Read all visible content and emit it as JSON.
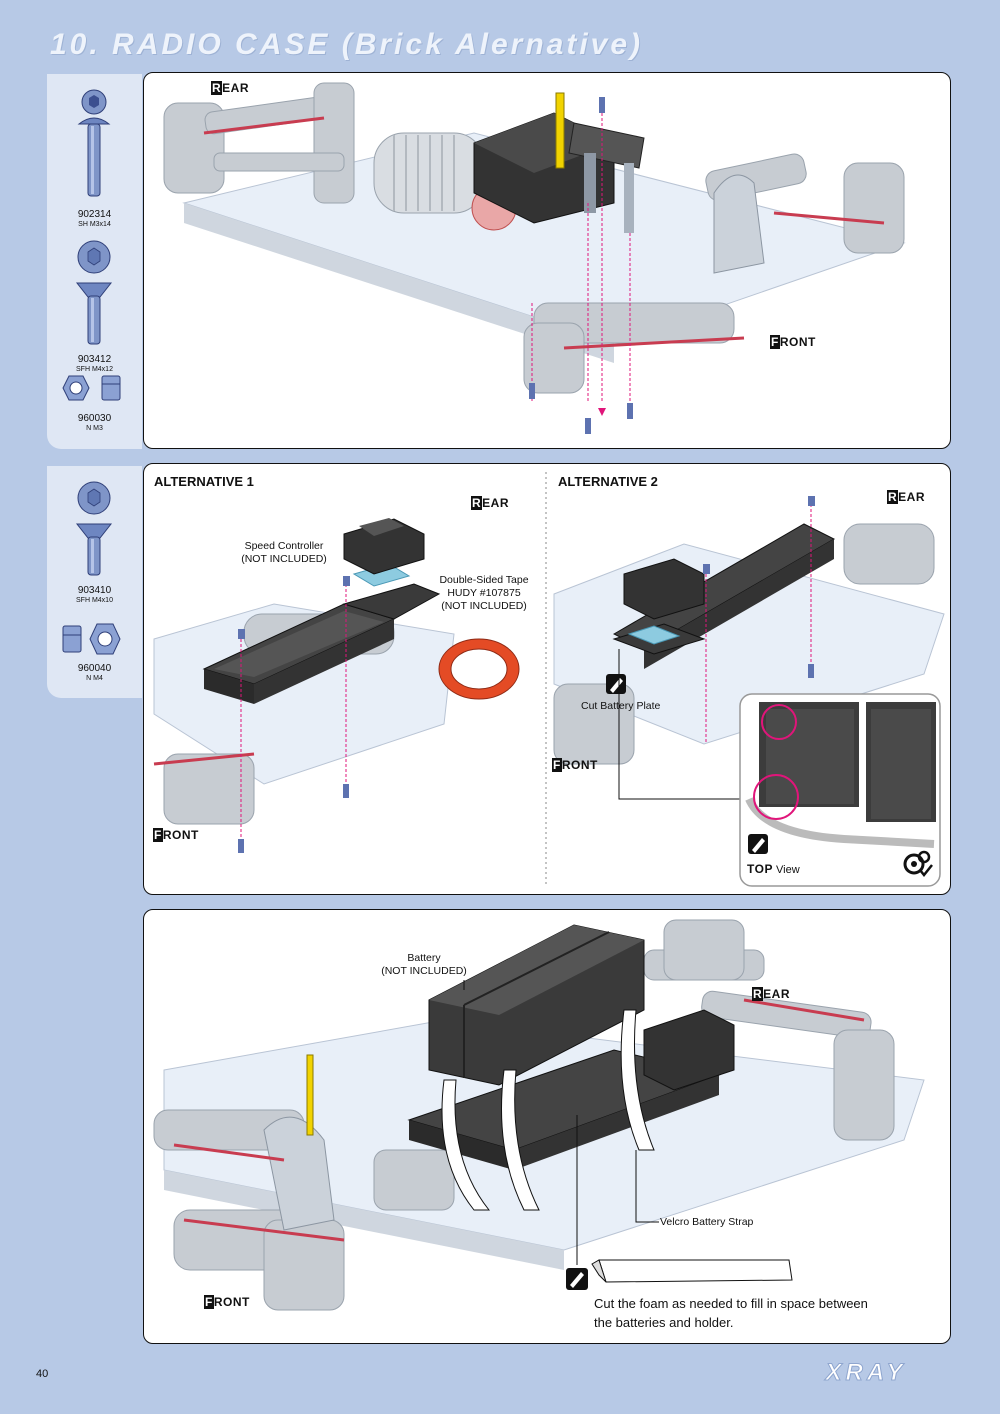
{
  "page_title": "10. RADIO CASE (Brick Alernative)",
  "page_number": "40",
  "brand": "XRAY",
  "accent_color": "#e0157a",
  "sidebar_top": {
    "parts": [
      {
        "code": "902314",
        "desc": "SH M3x14"
      },
      {
        "code": "903412",
        "desc": "SFH M4x12"
      },
      {
        "code": "960030",
        "desc": "N M3"
      }
    ]
  },
  "sidebar_middle": {
    "parts": [
      {
        "code": "903410",
        "desc": "SFH M4x10"
      },
      {
        "code": "960040",
        "desc": "N M4"
      }
    ]
  },
  "panel1": {
    "rear": "REAR",
    "front": "FRONT"
  },
  "panel2": {
    "alt1": {
      "title": "ALTERNATIVE 1",
      "rear": "REAR",
      "front": "FRONT",
      "speed_controller_line1": "Speed Controller",
      "speed_controller_line2": "(NOT INCLUDED)",
      "tape_line1": "Double-Sided Tape",
      "tape_line2": "HUDY #107875",
      "tape_line3": "(NOT INCLUDED)"
    },
    "alt2": {
      "title": "ALTERNATIVE 2",
      "rear": "REAR",
      "front": "FRONT",
      "cut_label": "Cut Battery Plate",
      "top_view_bold": "TOP",
      "top_view_rest": "View"
    }
  },
  "panel3": {
    "rear": "REAR",
    "front": "FRONT",
    "battery_line1": "Battery",
    "battery_line2": "(NOT INCLUDED)",
    "strap_label": "Velcro Battery Strap",
    "foam_line1": "Cut the foam as needed to fill in space between",
    "foam_line2": "the batteries and holder."
  }
}
